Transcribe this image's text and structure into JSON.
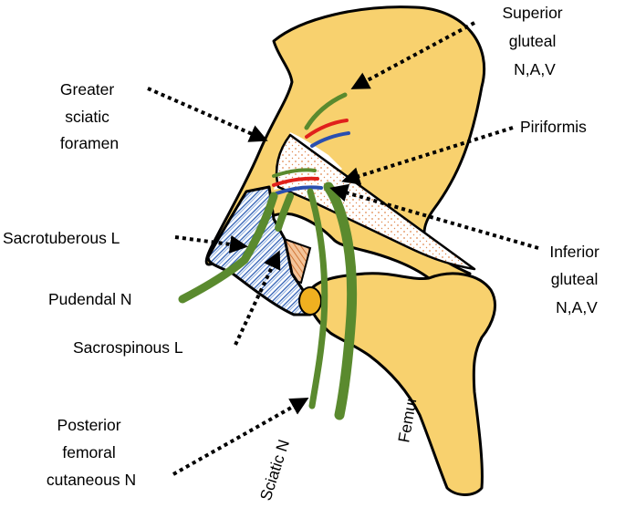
{
  "labels": {
    "superior_gluteal": [
      "Superior",
      "gluteal",
      "N,A,V"
    ],
    "greater_sciatic_foramen": [
      "Greater",
      "sciatic",
      "foramen"
    ],
    "piriformis": [
      "Piriformis"
    ],
    "sacrotuberous": [
      "Sacrotuberous L"
    ],
    "inferior_gluteal": [
      "Inferior",
      "gluteal",
      "N,A,V"
    ],
    "pudendal": [
      "Pudendal N"
    ],
    "sacrospinous": [
      "Sacrospinous L"
    ],
    "posterior_femoral_cutaneous": [
      "Posterior",
      "femoral",
      "cutaneous N"
    ],
    "sciatic": [
      "Sciatic N"
    ],
    "femur": [
      "Femur"
    ]
  },
  "colors": {
    "bone": "#F8D16E",
    "nerve": "#5A8A2E",
    "artery": "#E0201C",
    "vein": "#2A4FB0",
    "sacrospinous_hatch": "#2F5FB4",
    "sacrotuberous_fill": "#E07A30",
    "piriformis_dots": "#E08A50",
    "ischial_tuberosity": "#F0B020"
  }
}
